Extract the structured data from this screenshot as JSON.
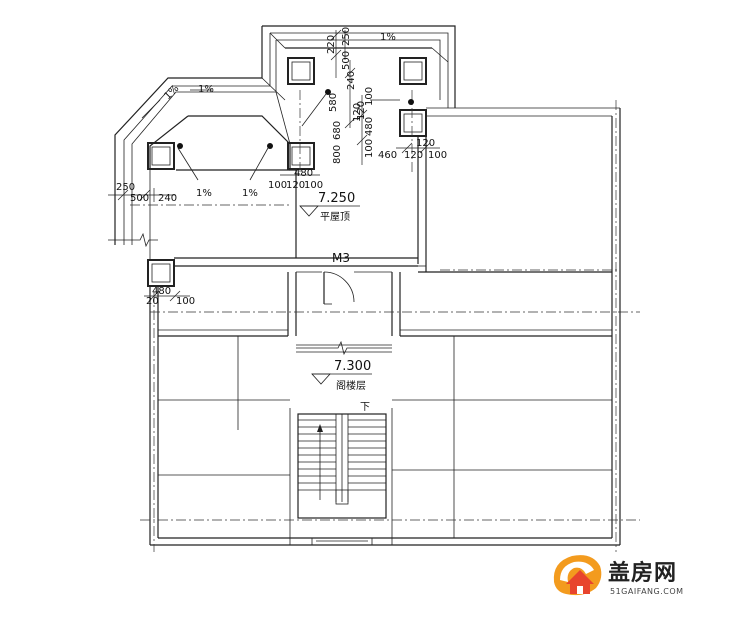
{
  "plan": {
    "door_label": "M3",
    "stair_arrow_label": "下",
    "levels": {
      "roof": {
        "elevation": "7.250",
        "name": "平屋顶"
      },
      "attic": {
        "elevation": "7.300",
        "name": "阁楼层"
      }
    },
    "slopes": [
      "1%",
      "1%",
      "1%",
      "1%",
      "1%"
    ],
    "dimensions": {
      "top_vertical": [
        "220",
        "250",
        "500"
      ],
      "top_mid": [
        "240",
        "580"
      ],
      "top_right_small": [
        "120",
        "100"
      ],
      "right_col": [
        "680",
        "800",
        "120",
        "480",
        "100"
      ],
      "right_bottom": [
        "460",
        "120",
        "100",
        "120"
      ],
      "center_bottom": [
        "100",
        "120",
        "100",
        "480"
      ],
      "left": [
        "250",
        "500",
        "240"
      ],
      "lower_left": [
        "480",
        "20",
        "100"
      ]
    }
  },
  "brand": {
    "name_cn": "盖房网",
    "domain": "51GAIFANG.COM",
    "colors": {
      "red": "#e8442d",
      "orange": "#f39b1e"
    }
  }
}
